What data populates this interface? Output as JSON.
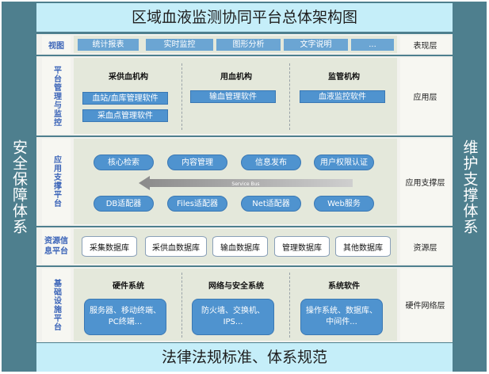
{
  "title": "区域血液监测协同平台总体架构图",
  "bottom": "法律法规标准、体系规范",
  "left_side": "安全保障体系",
  "right_side": "维护支撑体系",
  "rows": {
    "view": {
      "label": "视图",
      "layer": "表现层",
      "tabs": [
        "统计报表",
        "实时监控",
        "图形分析",
        "文字说明",
        "..."
      ]
    },
    "app": {
      "label": "平台管理与监控",
      "layer": "应用层",
      "columns": [
        {
          "head": "采供血机构",
          "items": [
            "血站/血库管理软件",
            "采血点管理软件"
          ]
        },
        {
          "head": "用血机构",
          "items": [
            "输血管理软件"
          ]
        },
        {
          "head": "监管机构",
          "items": [
            "血液监控软件"
          ]
        }
      ]
    },
    "support": {
      "label": "应用支撑平台",
      "layer": "应用支撑层",
      "top_services": [
        "核心检索",
        "内容管理",
        "信息发布",
        "用户权限认证"
      ],
      "bus": "Service Bus",
      "bottom_services": [
        "DB适配器",
        "Files适配器",
        "Net适配器",
        "Web服务"
      ]
    },
    "resource": {
      "label": "资源信息平台",
      "layer": "资源层",
      "dbs": [
        "采集数据库",
        "采供血数据库",
        "输血数据库",
        "管理数据库",
        "其他数据库"
      ]
    },
    "infra": {
      "label": "基础设施平台",
      "layer": "硬件网络层",
      "columns": [
        {
          "head": "硬件系统",
          "body": "服务器、移动终端、PC终端..."
        },
        {
          "head": "网络与安全系统",
          "body": "防火墙、交换机、IPS..."
        },
        {
          "head": "系统软件",
          "body": "操作系统、数据库、中间件..."
        }
      ]
    }
  },
  "colors": {
    "frame": "#4e7f8e",
    "title_bg": "#c5eef9",
    "box_blue": "#4f93cf",
    "label_blue": "#3b64b8"
  }
}
